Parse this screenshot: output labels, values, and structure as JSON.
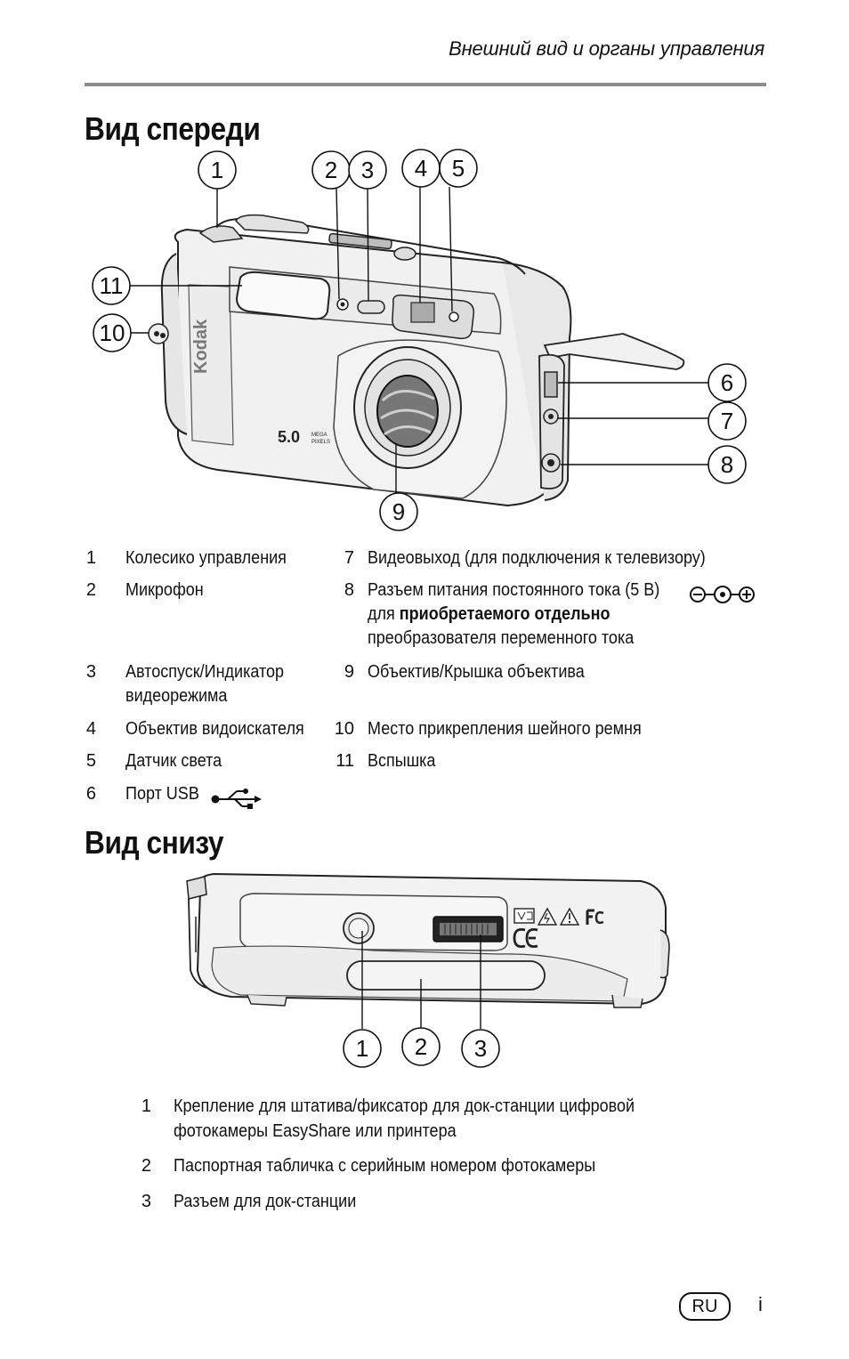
{
  "running_header": "Внешний вид и органы управления",
  "front": {
    "title": "Вид спереди",
    "brand": "Kodak",
    "megapixel": "5.0",
    "mega_word": "MEGA",
    "pixels_word": "PIXELS",
    "callouts": [
      "1",
      "2",
      "3",
      "4",
      "5",
      "6",
      "7",
      "8",
      "9",
      "10",
      "11"
    ],
    "items": [
      {
        "num": "1",
        "text": "Колесико управления"
      },
      {
        "num": "2",
        "text": "Микрофон"
      },
      {
        "num": "3",
        "line1": "Автоспуск/Индикатор",
        "line2": "видеорежима"
      },
      {
        "num": "4",
        "text": "Объектив видоискателя"
      },
      {
        "num": "5",
        "text": "Датчик света"
      },
      {
        "num": "6",
        "text": "Порт USB"
      },
      {
        "num": "7",
        "text": "Видеовыход (для подключения к телевизору)"
      },
      {
        "num": "8",
        "line1": "Разъем питания постоянного тока (5 В)",
        "line2_pre": "для ",
        "line2_bold": "приобретаемого отдельно",
        "line3": "преобразователя переменного тока"
      },
      {
        "num": "9",
        "text": "Объектив/Крышка объектива"
      },
      {
        "num": "10",
        "text": "Место прикрепления шейного ремня"
      },
      {
        "num": "11",
        "text": "Вспышка"
      }
    ]
  },
  "bottom": {
    "title": "Вид снизу",
    "callouts": [
      "1",
      "2",
      "3"
    ],
    "items": [
      {
        "num": "1",
        "line1": "Крепление для штатива/фиксатор для док-станции цифровой",
        "line2": "фотокамеры EasyShare или принтера"
      },
      {
        "num": "2",
        "text": "Паспортная табличка с серийным номером фотокамеры"
      },
      {
        "num": "3",
        "text": "Разъем для док-станции"
      }
    ]
  },
  "footer": {
    "lang": "RU",
    "page": "i"
  }
}
